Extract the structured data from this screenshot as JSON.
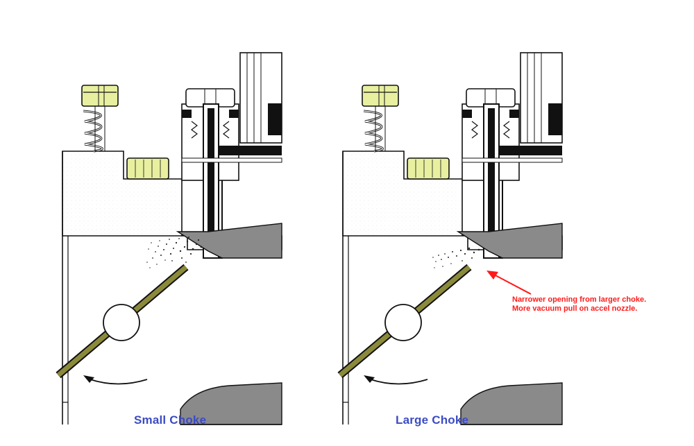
{
  "diagrams": [
    {
      "id": "small",
      "caption": "Small Choke"
    },
    {
      "id": "large",
      "caption": "Large Choke"
    }
  ],
  "annotation": {
    "lines": [
      "Narrower opening from larger choke.",
      "More vacuum pull on accel nozzle."
    ]
  },
  "colors": {
    "caption": "#3b4bc4",
    "annotation": "#ff1a1a",
    "choke_plate": "#8a8a3a",
    "screw_yellow": "#e8f0a0",
    "grey_metal": "#8a8a8a",
    "outline": "#111111"
  }
}
